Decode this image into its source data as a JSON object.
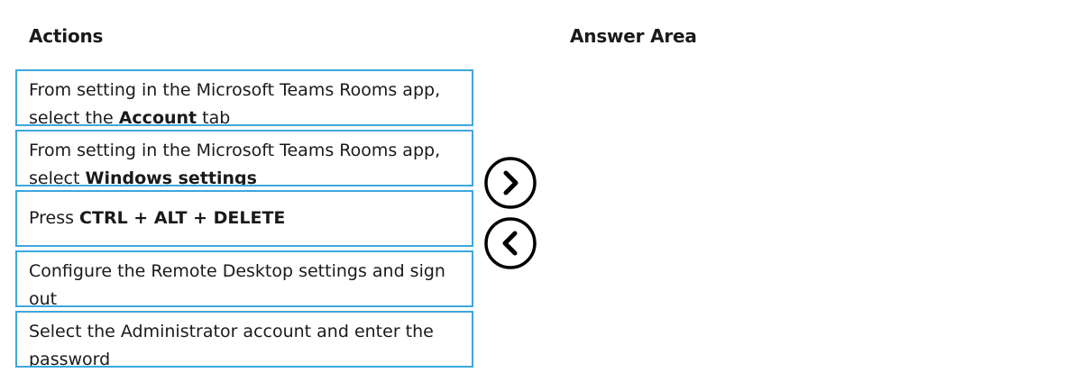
{
  "actions": {
    "heading": "Actions",
    "items": [
      {
        "line1": "From setting in the Microsoft Teams Rooms app,",
        "line2_prefix": "select the ",
        "line2_bold": "Account",
        "line2_suffix": " tab"
      },
      {
        "line1": "From setting in the Microsoft Teams Rooms app,",
        "line2_prefix": "select ",
        "line2_bold": "Windows settings",
        "line2_suffix": ""
      },
      {
        "prefix": "Press ",
        "bold": "CTRL + ALT + DELETE"
      },
      {
        "line1": "Configure the Remote Desktop settings and sign",
        "line2": "out"
      },
      {
        "line1": "Select the Administrator account and enter the",
        "line2": "password"
      }
    ]
  },
  "answer_area": {
    "heading": "Answer Area"
  },
  "controls": {
    "move_right_icon": "chevron-right-circle-icon",
    "move_left_icon": "chevron-left-circle-icon"
  },
  "colors": {
    "item_border": "#3ea7dc",
    "text": "#1a1a1a",
    "arrow": "#000000"
  }
}
